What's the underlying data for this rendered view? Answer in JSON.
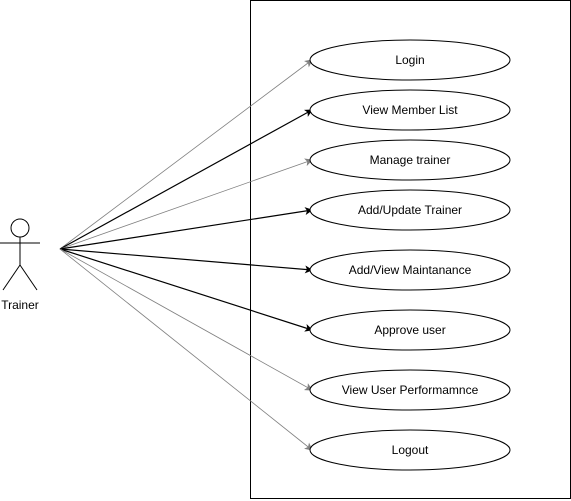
{
  "diagram": {
    "actor": {
      "name": "Trainer"
    },
    "use_cases": [
      {
        "id": "login",
        "label": "Login"
      },
      {
        "id": "view-member-list",
        "label": "View Member List"
      },
      {
        "id": "manage-trainer",
        "label": "Manage trainer"
      },
      {
        "id": "add-update-trainer",
        "label": "Add/Update Trainer"
      },
      {
        "id": "add-view-maintanance",
        "label": "Add/View Maintanance"
      },
      {
        "id": "approve-user",
        "label": "Approve user"
      },
      {
        "id": "view-user-performamnce",
        "label": "View User Performamnce"
      },
      {
        "id": "logout",
        "label": "Logout"
      }
    ],
    "associations": [
      {
        "from": "Trainer",
        "to": "Login",
        "arrow": true
      },
      {
        "from": "Trainer",
        "to": "View Member List",
        "arrow": true
      },
      {
        "from": "Trainer",
        "to": "Manage trainer",
        "arrow": true
      },
      {
        "from": "Trainer",
        "to": "Add/Update Trainer",
        "arrow": true
      },
      {
        "from": "Trainer",
        "to": "Add/View Maintanance",
        "arrow": true
      },
      {
        "from": "Trainer",
        "to": "Approve user",
        "arrow": true
      },
      {
        "from": "Trainer",
        "to": "View User Performamnce",
        "arrow": true
      },
      {
        "from": "Trainer",
        "to": "Logout",
        "arrow": true
      }
    ],
    "colors": {
      "line": "#000000",
      "light_line": "#808080",
      "fill": "#ffffff"
    }
  }
}
